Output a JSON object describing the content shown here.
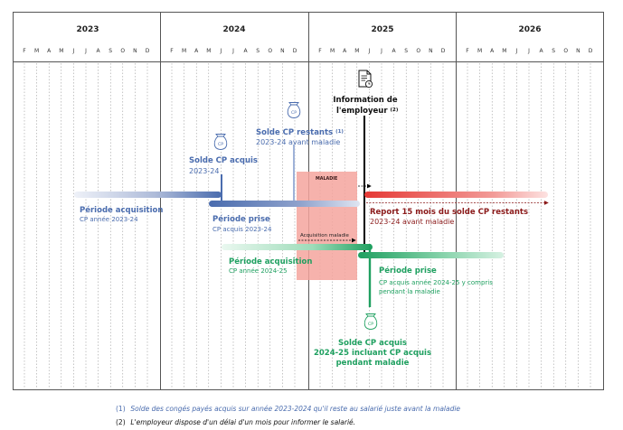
{
  "colors": {
    "blue_dark": "#4a6cae",
    "blue_light": "#c9d3e8",
    "red": "#e53935",
    "red_text": "#8b1a1a",
    "green": "#1fa060",
    "green_light": "#c8ecd8",
    "maladie_fill": "#f5a49e",
    "black": "#000000",
    "grid_line": "#555555"
  },
  "years": [
    "2023",
    "2024",
    "2025",
    "2026"
  ],
  "month_letters": [
    "F",
    "M",
    "A",
    "M",
    "J",
    "J",
    "A",
    "S",
    "O",
    "N",
    "D"
  ],
  "events": {
    "info_employeur": {
      "icon": "document-clock-icon",
      "line1": "Information de",
      "line2": "l'employeur",
      "note": "(2)"
    },
    "solde_restants": {
      "icon": "money-bag-icon",
      "badge": "CP",
      "line1": "Solde CP restants",
      "note": "(1)",
      "line2": "2023-24 avant maladie"
    },
    "solde_acquis": {
      "icon": "money-bag-icon",
      "badge": "CP",
      "line1": "Solde CP acquis",
      "line2": "2023-24"
    },
    "solde_final": {
      "icon": "money-bag-icon",
      "badge": "CP",
      "line1": "Solde CP acquis",
      "line2": "2024-25 incluant CP acquis",
      "line3": "pendant maladie"
    }
  },
  "maladie": {
    "label": "MALADIE",
    "acquisition_label": "Acquisition maladie"
  },
  "periods": {
    "acq_2023": {
      "title": "Période acquisition",
      "sub": "CP année 2023-24"
    },
    "prise_2023": {
      "title": "Période prise",
      "sub": "CP acquis 2023-24"
    },
    "report": {
      "title": "Report 15 mois du solde CP restants",
      "sub": "2023-24 avant maladie"
    },
    "acq_2024": {
      "title": "Période acquisition",
      "sub": "CP année 2024-25"
    },
    "prise_2024": {
      "title": "Période prise",
      "sub1": "CP acquis année 2024-25 y compris",
      "sub2": "pendant la maladie"
    }
  },
  "footnotes": [
    {
      "num": "(1)",
      "text": "Solde des congés payés acquis sur année 2023-2024 qu'il reste au salarié juste avant la maladie"
    },
    {
      "num": "(2)",
      "text": "L'employeur dispose d'un délai d'un mois pour informer le salarié."
    }
  ]
}
